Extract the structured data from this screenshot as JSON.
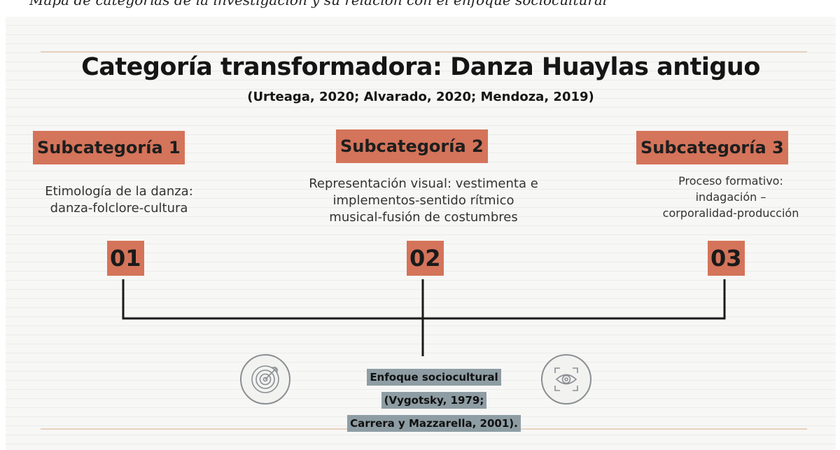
{
  "caption": "Mapa de categorías de la investigación y su relación con el enfoque sociocultural",
  "title": "Categoría transformadora: Danza Huaylas antiguo",
  "citation": "(Urteaga, 2020; Alvarado, 2020; Mendoza, 2019)",
  "subcategories": [
    {
      "label": "Subcategoría 1",
      "description": [
        "Etimología de la danza:",
        "danza-folclore-cultura"
      ],
      "number": "01"
    },
    {
      "label": "Subcategoría 2",
      "description": [
        "Representación visual: vestimenta e",
        "implementos-sentido rítmico",
        "musical-fusión de costumbres"
      ],
      "number": "02"
    },
    {
      "label": "Subcategoría 3",
      "description": [
        "Proceso formativo:",
        "indagación –",
        "corporalidad-producción"
      ],
      "number": "03"
    }
  ],
  "approach": {
    "lines": [
      "Enfoque sociocultural",
      "(Vygotsky, 1979;",
      "Carrera y Mazzarella, 2001)."
    ]
  },
  "icons": {
    "left": "target-arrow-icon",
    "right": "focus-eye-icon"
  },
  "colors": {
    "accent": "#d4745a",
    "highlight": "#8d9da3",
    "rule": "#e8d2bc"
  }
}
